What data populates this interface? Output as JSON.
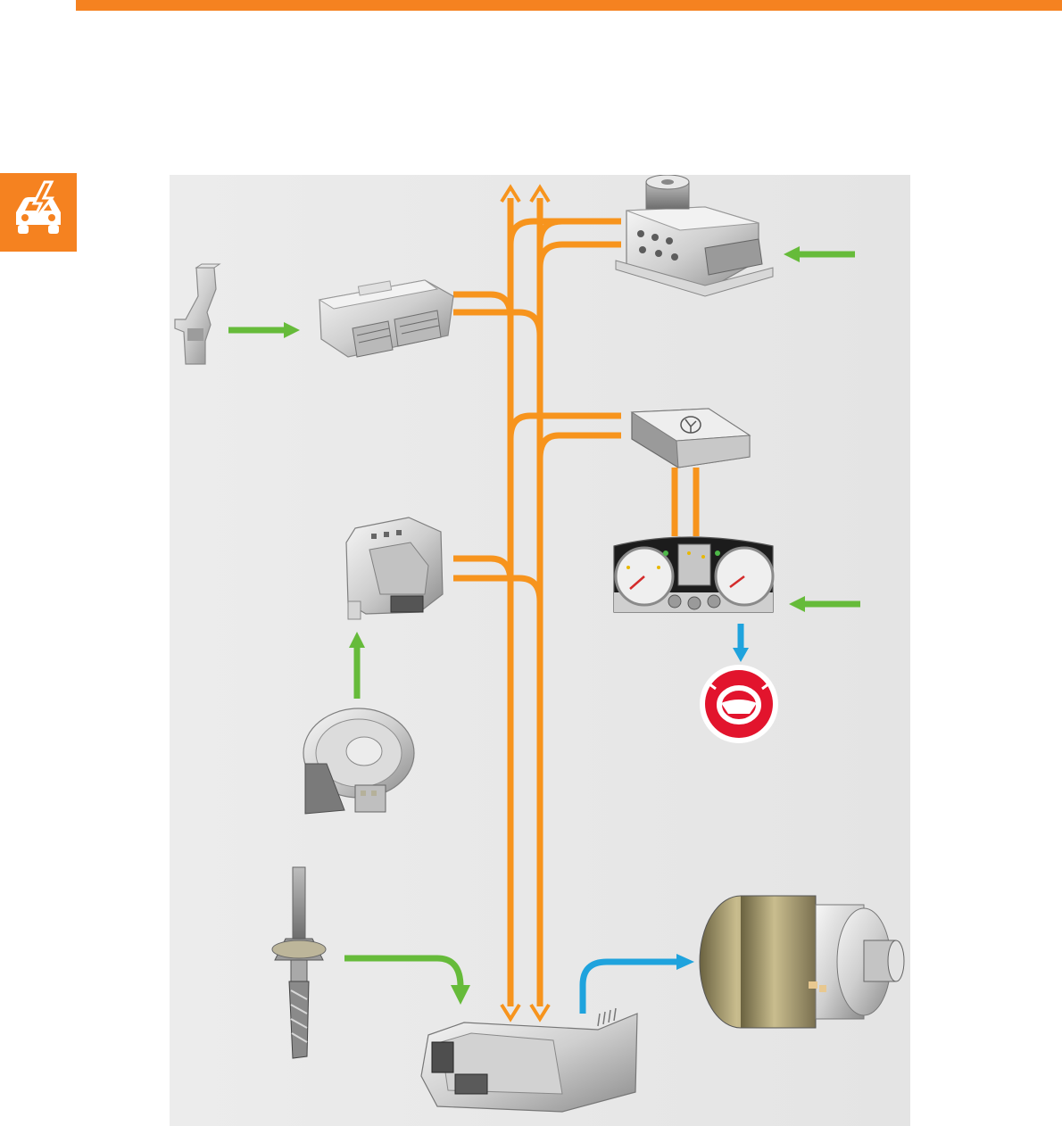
{
  "colors": {
    "accent_orange": "#f58220",
    "bus_orange": "#f7941d",
    "input_green": "#66bb3a",
    "output_blue": "#1fa3dd",
    "panel_grey": "#ececec",
    "warning_red": "#e2142d"
  },
  "icons": {
    "badge": "car-electrical-fault-icon",
    "warning": "steering-wheel-warning-icon"
  },
  "components": [
    {
      "id": "pedal-sensor",
      "name": "accelerator-pedal-sensor"
    },
    {
      "id": "engine-ecu",
      "name": "engine-control-unit"
    },
    {
      "id": "abs-unit",
      "name": "abs-control-unit"
    },
    {
      "id": "gateway",
      "name": "data-bus-gateway"
    },
    {
      "id": "instrument-cluster",
      "name": "instrument-cluster"
    },
    {
      "id": "steering-column-module",
      "name": "steering-column-control-unit"
    },
    {
      "id": "angle-sensor",
      "name": "steering-angle-sensor"
    },
    {
      "id": "torque-sensor",
      "name": "steering-torque-sensor"
    },
    {
      "id": "steering-ecu",
      "name": "power-steering-control-unit"
    },
    {
      "id": "steering-motor",
      "name": "electric-steering-motor"
    }
  ]
}
